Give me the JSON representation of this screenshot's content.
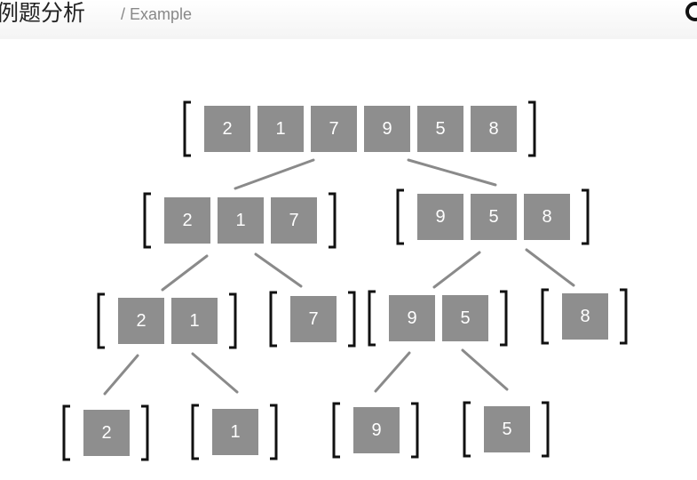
{
  "header": {
    "title": "例题分析",
    "subtitle": "/ Example"
  },
  "colors": {
    "cell_fill": "#8e8e8e",
    "cell_text": "#ffffff",
    "bracket": "#111111",
    "edge": "#8a8a8a"
  },
  "tree": {
    "nodes": [
      {
        "id": "root",
        "values": [
          "2",
          "1",
          "7",
          "9",
          "5",
          "8"
        ]
      },
      {
        "id": "left",
        "values": [
          "2",
          "1",
          "7"
        ]
      },
      {
        "id": "right",
        "values": [
          "9",
          "5",
          "8"
        ]
      },
      {
        "id": "left-left",
        "values": [
          "2",
          "1"
        ]
      },
      {
        "id": "left-right",
        "values": [
          "7"
        ]
      },
      {
        "id": "right-left",
        "values": [
          "9",
          "5"
        ]
      },
      {
        "id": "right-right",
        "values": [
          "8"
        ]
      },
      {
        "id": "leaf-2",
        "values": [
          "2"
        ]
      },
      {
        "id": "leaf-1",
        "values": [
          "1"
        ]
      },
      {
        "id": "leaf-9",
        "values": [
          "9"
        ]
      },
      {
        "id": "leaf-5",
        "values": [
          "5"
        ]
      }
    ],
    "edges": [
      [
        "root",
        "left"
      ],
      [
        "root",
        "right"
      ],
      [
        "left",
        "left-left"
      ],
      [
        "left",
        "left-right"
      ],
      [
        "right",
        "right-left"
      ],
      [
        "right",
        "right-right"
      ],
      [
        "left-left",
        "leaf-2"
      ],
      [
        "left-left",
        "leaf-1"
      ],
      [
        "right-left",
        "leaf-9"
      ],
      [
        "right-left",
        "leaf-5"
      ]
    ]
  }
}
